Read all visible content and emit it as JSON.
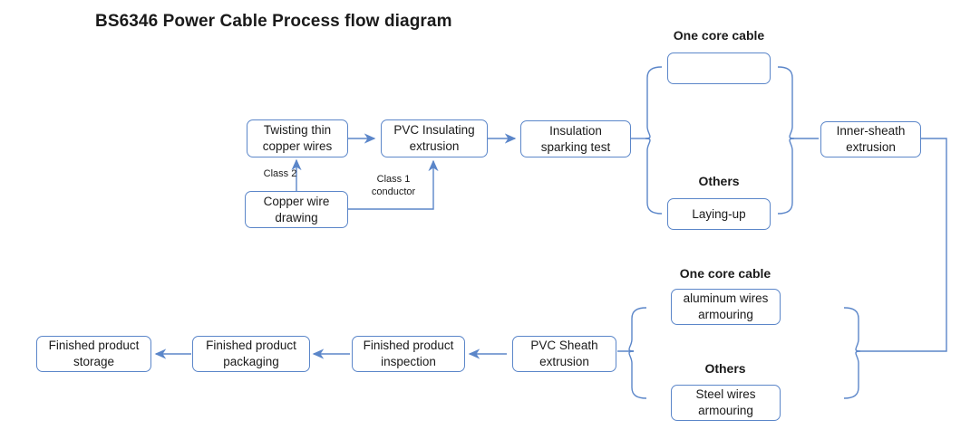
{
  "title": "BS6346 Power Cable Process flow diagram",
  "colors": {
    "box_border": "#5b86c9",
    "connector": "#5b86c9",
    "thick_arrow": "#2e5c9e",
    "text": "#1a1a1a",
    "background": "#ffffff"
  },
  "nodes": {
    "twisting": "Twisting thin copper wires",
    "pvc_insulating": "PVC Insulating extrusion",
    "sparking_test": "Insulation sparking test",
    "copper_drawing": "Copper wire drawing",
    "pass_through": "",
    "laying_up": "Laying-up",
    "inner_sheath": "Inner-sheath extrusion",
    "aluminum_armouring": "aluminum wires armouring",
    "steel_armouring": "Steel wires armouring",
    "pvc_sheath": "PVC Sheath extrusion",
    "inspection": "Finished product inspection",
    "packaging": "Finished product packaging",
    "storage": "Finished product storage"
  },
  "group_labels": {
    "one_core_top": "One core cable",
    "others_top": "Others",
    "one_core_bottom": "One core cable",
    "others_bottom": "Others"
  },
  "edge_labels": {
    "class2": "Class 2",
    "class1": "Class 1 conductor"
  },
  "icons": {
    "pass_through_arrow": "right-arrow-icon"
  }
}
